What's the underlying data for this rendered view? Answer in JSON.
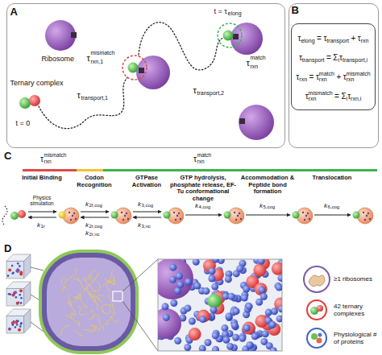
{
  "diagram": {
    "nodes": [
      {
        "text": [
          "A",
          "Ribosome",
          "Ternary complex",
          "t = 0",
          "τ",
          "mismatch",
          "rxn,1",
          "τ",
          "transport,1",
          "t = τ",
          "elong",
          "τ",
          "match",
          "rxn",
          "τ",
          "transport,2"
        ]
      },
      {
        "text": [
          "B",
          "τ",
          "elong",
          "=",
          "τ",
          "transport",
          "+",
          "τ",
          "rxn",
          "τ",
          "transport",
          "=",
          "Σ",
          "i",
          "τ",
          "transport,i",
          "τ",
          "rxn",
          "=",
          "τ",
          "match",
          "rxn",
          "+",
          "τ",
          "mismatch",
          "rxn",
          "τ",
          "mismatch",
          "rxn",
          "=",
          "Σ",
          "i",
          "τ",
          "rxn,i"
        ]
      }
    ],
    "labels": [
      "C",
      "τ",
      "mismatch",
      "rxn",
      "τ",
      "match",
      "rxn",
      "Initial Binding",
      "Codon Recognition",
      "GTPase Activation",
      "GTP hydrolysis, phosphate release, EF-Tu conformational change",
      "Accommodation & Peptide bond formation",
      "Translocation",
      "Physics simulation",
      "k",
      "1r",
      "k",
      "2f,cog",
      "k",
      "2r,cog",
      "k",
      "2r,nc",
      "k",
      "3,cog",
      "k",
      "3,nc",
      "k",
      "4,cog",
      "k",
      "5,cog",
      "k",
      "6,cog",
      "D"
    ],
    "legend": [
      {
        "text": "≥1 ribosomes"
      },
      {
        "text": "42 ternary complexes"
      },
      {
        "text": "Physiological # of proteins"
      }
    ]
  }
}
